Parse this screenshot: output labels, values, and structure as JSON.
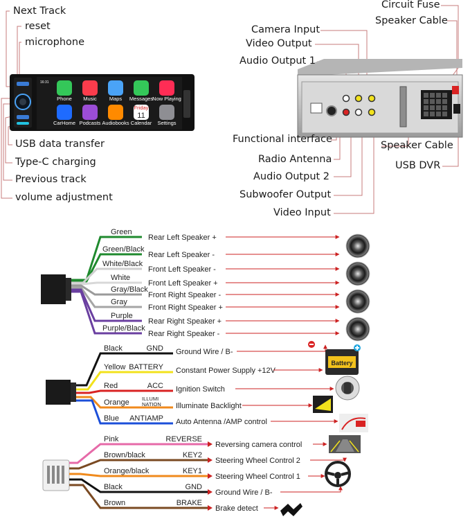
{
  "front_labels": {
    "next_track": "Next Track",
    "reset": "reset",
    "microphone": "microphone",
    "usb_data_transfer": "USB data transfer",
    "type_c_charging": "Type-C charging",
    "previous_track": "Previous track",
    "volume_adjustment": "volume adjustment"
  },
  "screen": {
    "time": "16:31",
    "apps": [
      {
        "label": "Phone",
        "icon": "phone-icon",
        "color": "#34c759"
      },
      {
        "label": "Music",
        "icon": "music-icon",
        "color": "#fa3c4c"
      },
      {
        "label": "Maps",
        "icon": "maps-icon",
        "color": "#4aa3f7"
      },
      {
        "label": "Messages",
        "icon": "messages-icon",
        "color": "#34c759"
      },
      {
        "label": "Now Playing",
        "icon": "now-playing-icon",
        "color": "#ff2d55"
      },
      {
        "label": "CarHome",
        "icon": "carhome-icon",
        "color": "#1e6bff"
      },
      {
        "label": "Podcasts",
        "icon": "podcasts-icon",
        "color": "#9b4dd6"
      },
      {
        "label": "Audiobooks",
        "icon": "audiobooks-icon",
        "color": "#ff8a00"
      },
      {
        "label": "Calendar",
        "icon": "calendar-icon",
        "color": "#ffffff"
      },
      {
        "label": "Settings",
        "icon": "settings-icon",
        "color": "#8e8e93"
      }
    ],
    "calendar_day": "Friday",
    "calendar_date": "11"
  },
  "rear_labels": {
    "circuit_fuse": "Circuit Fuse",
    "speaker_cable_top": "Speaker Cable",
    "camera_input": "Camera Input",
    "video_output": "Video Output",
    "audio_output_1": "Audio Output 1",
    "functional_interface": "Functional interface",
    "radio_antenna": "Radio Antenna",
    "audio_output_2": "Audio Output 2",
    "subwoofer_output": "Subwoofer Output",
    "video_input": "Video Input",
    "speaker_cable_bottom": "Speaker Cable",
    "usb_dvr": "USB DVR"
  },
  "speaker_wires": [
    {
      "color_name": "Green",
      "label": "Rear Left Speaker +",
      "color": "#1f8a2e"
    },
    {
      "color_name": "Green/Black",
      "label": "Rear Left Speaker -",
      "color": "#1f8a2e"
    },
    {
      "color_name": "White/Black",
      "label": "Front Left Speaker -",
      "color": "#cfcfcf"
    },
    {
      "color_name": "White",
      "label": "Front Left Speaker +",
      "color": "#d8d8d8"
    },
    {
      "color_name": "Gray/Black",
      "label": "Front Right Speaker -",
      "color": "#9a9a9a"
    },
    {
      "color_name": "Gray",
      "label": "Front Right Speaker +",
      "color": "#a5a5a5"
    },
    {
      "color_name": "Purple",
      "label": "Rear Right Speaker +",
      "color": "#6a3fa0"
    },
    {
      "color_name": "Purple/Black",
      "label": "Rear Right Speaker -",
      "color": "#6a3fa0"
    }
  ],
  "power_wires": [
    {
      "color_name": "Black",
      "pin": "GND",
      "label": "Ground Wire / B-",
      "color": "#111111"
    },
    {
      "color_name": "Yellow",
      "pin": "BATTERY",
      "label": "Constant Power Supply +12V",
      "color": "#f2e21c"
    },
    {
      "color_name": "Red",
      "pin": "ACC",
      "label": "Ignition Switch",
      "color": "#d92323"
    },
    {
      "color_name": "Orange",
      "pin": "ILLUMI\nNATION",
      "label": "Illuminate Backlight",
      "color": "#f08a1c"
    },
    {
      "color_name": "Blue",
      "pin": "ANTIAMP",
      "label": "Auto Antenna /AMP control",
      "color": "#1c4fd9"
    }
  ],
  "illumi_pin_lines": [
    "ILLUMI",
    "NATION"
  ],
  "battery_label": "Battery",
  "control_wires": [
    {
      "color_name": "Pink",
      "pin": "REVERSE",
      "label": "Reversing camera control",
      "color": "#e66aa8"
    },
    {
      "color_name": "Brown/black",
      "pin": "KEY2",
      "label": "Steering Wheel Control 2",
      "color": "#7a4a22"
    },
    {
      "color_name": "Orange/black",
      "pin": "KEY1",
      "label": "Steering Wheel Control 1",
      "color": "#f08a1c"
    },
    {
      "color_name": "Black",
      "pin": "GND",
      "label": "Ground Wire / B-",
      "color": "#111111"
    },
    {
      "color_name": "Brown",
      "pin": "BRAKE",
      "label": "Brake detect",
      "color": "#7a4a22"
    }
  ],
  "colors": {
    "arrow": "#cc2222",
    "callout": "#c77b7b",
    "body": "#111111"
  }
}
